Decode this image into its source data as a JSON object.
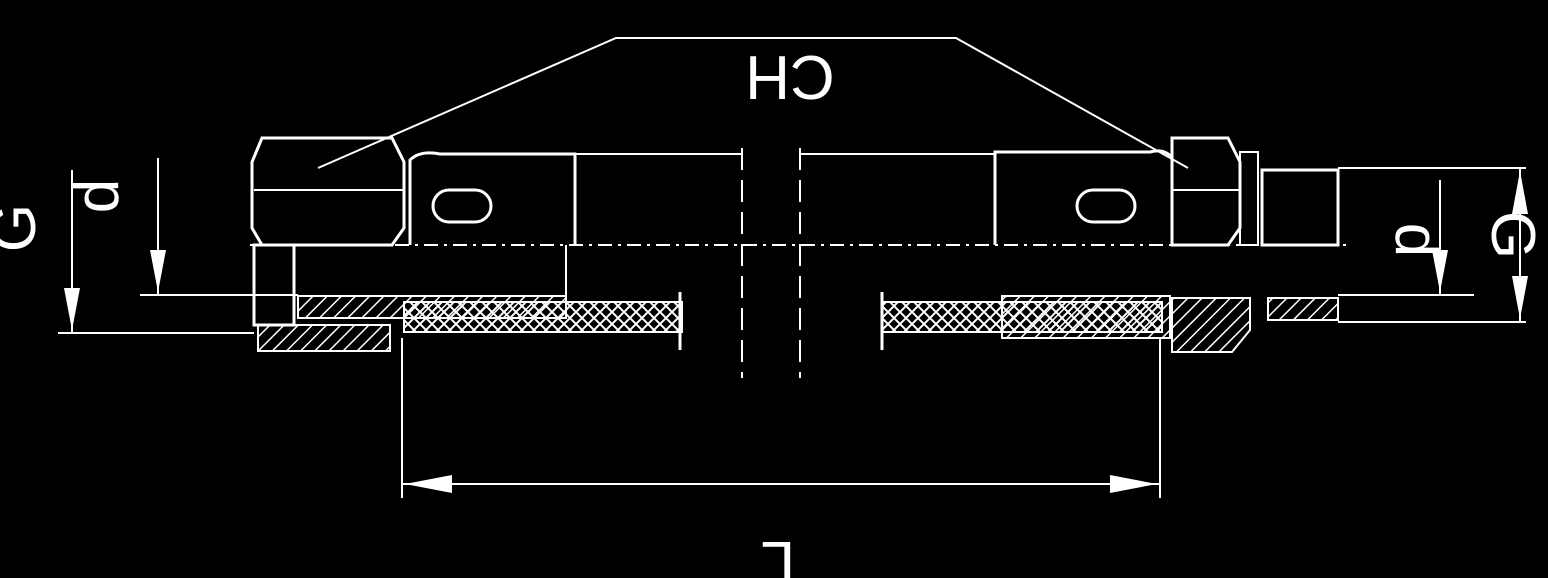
{
  "labels": {
    "ch": "CH",
    "g_left": "G",
    "d_left": "d",
    "g_right": "G",
    "d_right": "d",
    "l": "L"
  },
  "colors": {
    "background": "#000000",
    "line": "#ffffff"
  }
}
